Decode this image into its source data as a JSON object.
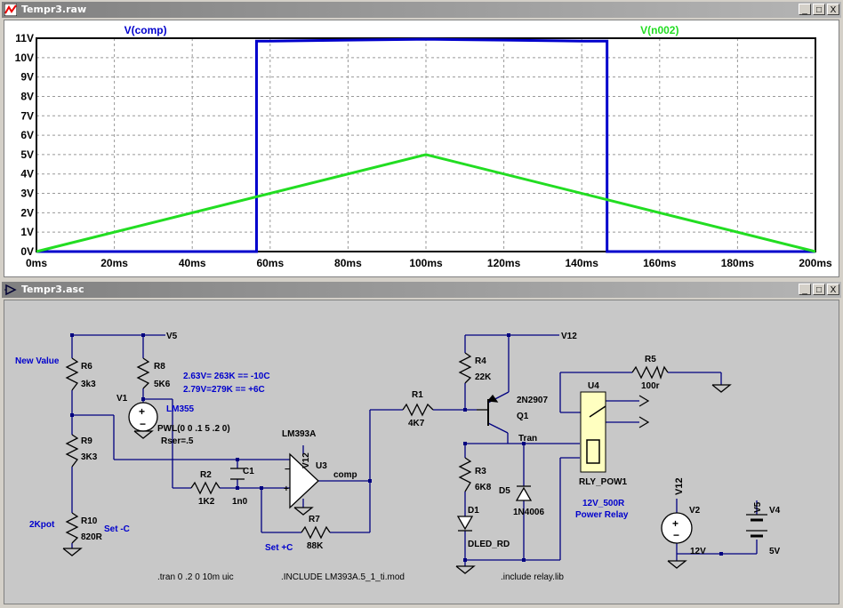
{
  "plot_window": {
    "title": "Tempr3.raw",
    "buttons": {
      "minimize": "_",
      "maximize": "□",
      "close": "X"
    }
  },
  "schematic_window": {
    "title": "Tempr3.asc",
    "buttons": {
      "minimize": "_",
      "maximize": "□",
      "close": "X"
    }
  },
  "chart_data": {
    "type": "line",
    "x_unit": "ms",
    "xlim": [
      0,
      200
    ],
    "ylim": [
      0,
      11
    ],
    "x_ticks": [
      "0ms",
      "20ms",
      "40ms",
      "60ms",
      "80ms",
      "100ms",
      "120ms",
      "140ms",
      "160ms",
      "180ms",
      "200ms"
    ],
    "y_ticks": [
      "0V",
      "1V",
      "2V",
      "3V",
      "4V",
      "5V",
      "6V",
      "7V",
      "8V",
      "9V",
      "10V",
      "11V"
    ],
    "grid": true,
    "series": [
      {
        "name": "V(comp)",
        "color": "#0000cc",
        "x": [
          0,
          56.5,
          56.5,
          60,
          80,
          100,
          120,
          140,
          146.5,
          146.5,
          200
        ],
        "y": [
          0,
          0,
          10.85,
          10.85,
          10.9,
          10.95,
          10.9,
          10.85,
          10.85,
          0,
          0
        ]
      },
      {
        "name": "V(n002)",
        "color": "#22dd22",
        "x": [
          0,
          100,
          200
        ],
        "y": [
          0,
          5,
          0
        ]
      }
    ]
  },
  "schematic": {
    "nets": {
      "v5": "V5",
      "v12": "V12",
      "tran": "Tran",
      "comp": "comp",
      "v12_label": "V12",
      "twelve_v": "12V"
    },
    "components": {
      "r6": "R6",
      "r6v": "3k3",
      "r8": "R8",
      "r8v": "5K6",
      "r9": "R9",
      "r9v": "3K3",
      "r10": "R10",
      "r10v": "820R",
      "r2": "R2",
      "r2v": "1K2",
      "c1": "C1",
      "c1v": "1n0",
      "r1": "R1",
      "r1v": "4K7",
      "r7": "R7",
      "r7v": "88K",
      "r4": "R4",
      "r4v": "22K",
      "r3": "R3",
      "r3v": "6K8",
      "r5": "R5",
      "r5v": "100r",
      "u3": "U3",
      "u3part": "LM393A",
      "u3pin": "V12",
      "q1": "Q1",
      "q1part": "2N2907",
      "d1": "D1",
      "d1part": "DLED_RD",
      "d5": "D5",
      "d5part": "1N4006",
      "u4": "U4",
      "u4part": "RLY_POW1",
      "v1": "V1",
      "v1part": "LM355",
      "v1pwl": "PWL(0 0 .1 5 .2 0)",
      "v1rser": "Rser=.5",
      "v2": "V2",
      "v4": "V4",
      "v4pin": "V5",
      "v4v": "5V"
    },
    "annotations": {
      "new_value": "New Value",
      "twokpot": "2Kpot",
      "set_minus": "Set -C",
      "set_plus": "Set +C",
      "cal1": "2.63V= 263K == -10C",
      "cal2": "2.79V=279K == +6C",
      "relay1": "12V_500R",
      "relay2": "Power Relay"
    },
    "directives": {
      "tran": ".tran 0 .2 0 10m uic",
      "include1": ".INCLUDE LM393A.5_1_ti.mod",
      "include2": ".include relay.lib"
    }
  }
}
